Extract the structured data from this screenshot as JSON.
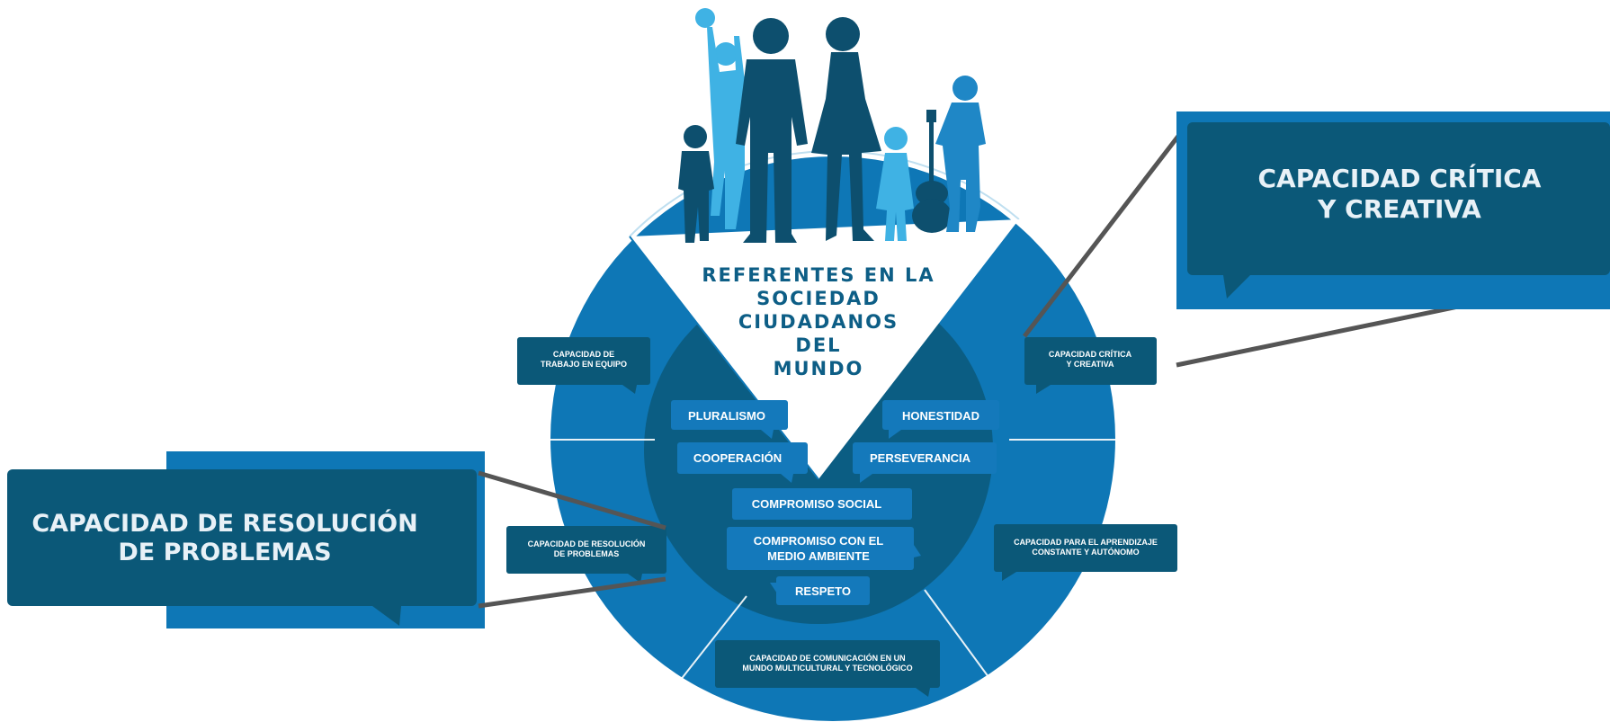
{
  "colors": {
    "outer_ring": "#0e77b6",
    "inner_circle": "#0b5d83",
    "label_box": "#0b5878",
    "value_pill": "#1479bb",
    "figure_dark": "#0d4f6e",
    "figure_light": "#3fb2e4",
    "connector": "#555555"
  },
  "center_title": [
    "REFERENTES EN LA",
    "SOCIEDAD",
    "CIUDADANOS",
    "DEL",
    "MUNDO"
  ],
  "values": {
    "pluralismo": "PLURALISMO",
    "honestidad": "HONESTIDAD",
    "cooperacion": "COOPERACIÓN",
    "perseverancia": "PERSEVERANCIA",
    "compromiso_social": "COMPROMISO SOCIAL",
    "medio_ambiente": [
      "COMPROMISO CON EL",
      "MEDIO AMBIENTE"
    ],
    "respeto": "RESPETO"
  },
  "capacities": {
    "trabajo_equipo": [
      "CAPACIDAD DE",
      "TRABAJO EN EQUIPO"
    ],
    "critica_creativa": [
      "CAPACIDAD CRÍTICA",
      "Y CREATIVA"
    ],
    "resolucion_problemas": [
      "CAPACIDAD DE RESOLUCIÓN",
      "DE PROBLEMAS"
    ],
    "aprendizaje": [
      "CAPACIDAD PARA EL APRENDIZAJE",
      "CONSTANTE Y AUTÓNOMO"
    ],
    "comunicacion": [
      "CAPACIDAD DE COMUNICACIÓN EN UN",
      "MUNDO MULTICULTURAL Y TECNOLÓGICO"
    ]
  },
  "zoom_callouts": {
    "critica_creativa": [
      "CAPACIDAD CRÍTICA",
      "Y CREATIVA"
    ],
    "resolucion_problemas": [
      "CAPACIDAD DE RESOLUCIÓN",
      "DE PROBLEMAS"
    ]
  },
  "icons": [
    "people-silhouettes-icon",
    "ball-icon",
    "guitar-icon",
    "speech-bubble-tail-icon"
  ]
}
